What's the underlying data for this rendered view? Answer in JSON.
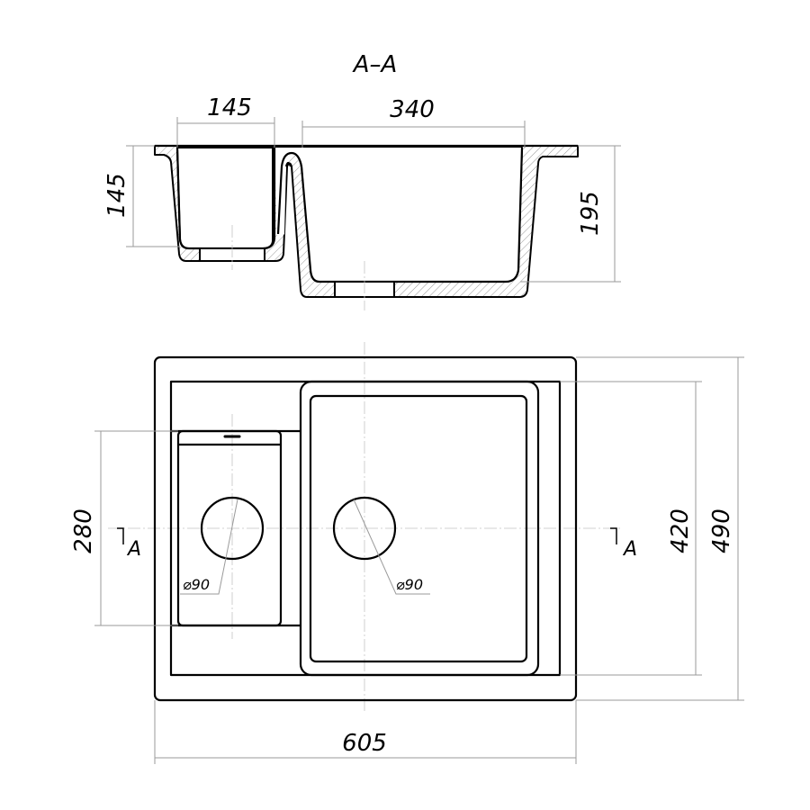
{
  "title": "A–A",
  "section_view": {
    "dim_small_bowl_width": "145",
    "dim_large_bowl_width": "340",
    "dim_small_bowl_depth": "145",
    "dim_large_bowl_depth": "195"
  },
  "plan_view": {
    "dim_small_bowl_length": "280",
    "dim_large_bowl_length": "420",
    "dim_overall_depth": "490",
    "dim_overall_width": "605",
    "drain_small_label": "⌀90",
    "drain_large_label": "⌀90",
    "section_mark_left": "A",
    "section_mark_right": "A"
  }
}
